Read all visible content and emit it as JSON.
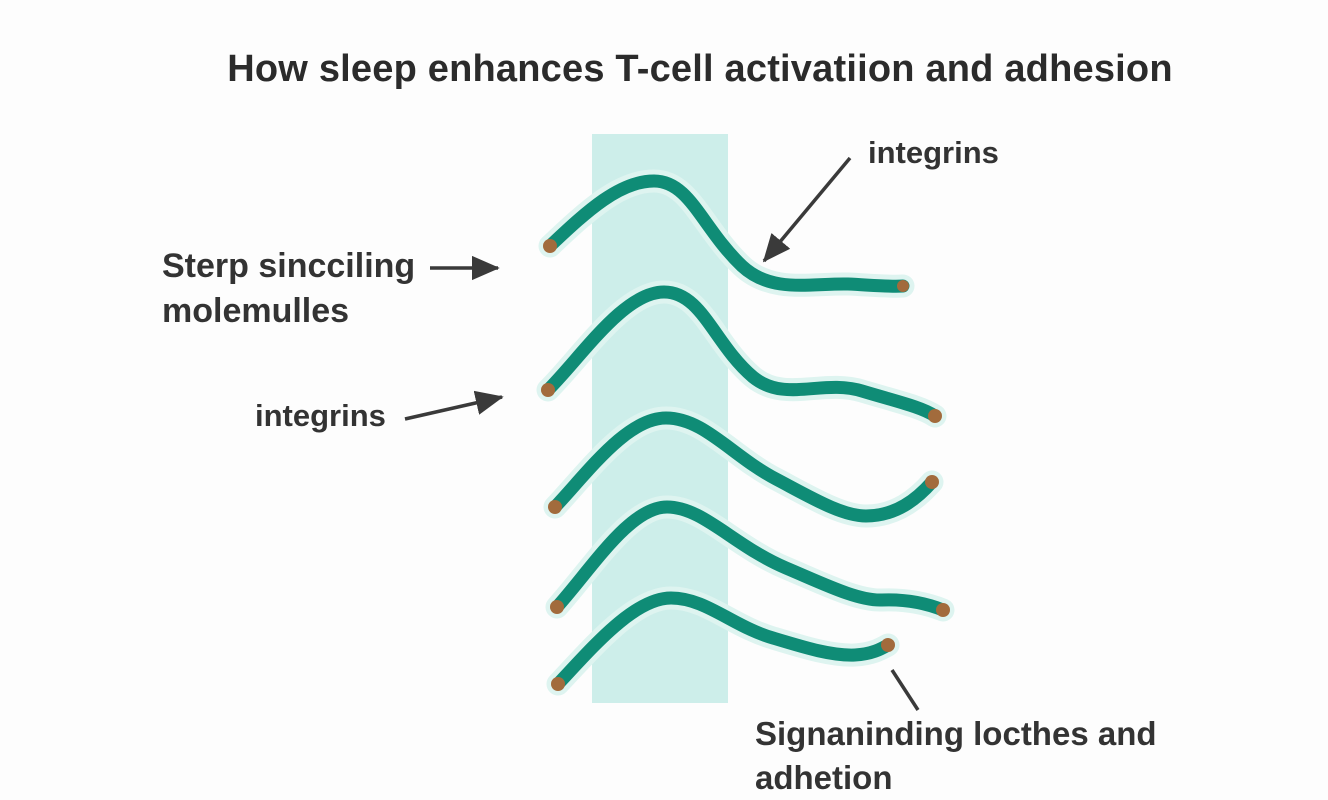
{
  "title": "How sleep enhances T-cell activatiion and adhesion",
  "labels": {
    "sleep_signaling_line1": "Sterp sincciling",
    "sleep_signaling_line2": "molemulles",
    "integrins_left": "integrins",
    "integrins_top": "integrins",
    "signaling_bottom_line1": "Signaninding locthes and",
    "signaling_bottom_line2": "adhetion"
  },
  "diagram": {
    "description": "Five teal wavy strands (T-cell receptor / adhesion molecules) crossing a vertical light-cyan membrane band, each strand tipped with small brown dots; arrows connect labels to strands",
    "curve_count": 5,
    "colors": {
      "background": "#fdfdfd",
      "membrane_band": "#cdeeea",
      "curve": "#0f8c76",
      "curve_glow": "#def4f0",
      "tip": "#a26b3c",
      "arrow": "#3a3a3a",
      "text": "#2e2e2e"
    }
  }
}
